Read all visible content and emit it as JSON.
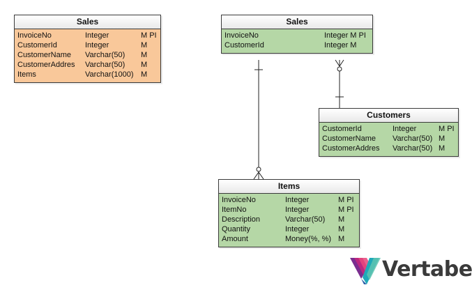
{
  "colors": {
    "orange": "#f9c89a",
    "green": "#b5d7a6",
    "border": "#3a3a3a"
  },
  "entities": {
    "sales_flat": {
      "title": "Sales",
      "rows": [
        [
          "InvoiceNo",
          "Integer",
          "M PI"
        ],
        [
          "CustomerId",
          "Integer",
          "M"
        ],
        [
          "CustomerName",
          "Varchar(50)",
          "M"
        ],
        [
          "CustomerAddres",
          "Varchar(50)",
          "M"
        ],
        [
          "Items",
          "Varchar(1000)",
          "M"
        ]
      ]
    },
    "sales": {
      "title": "Sales",
      "rows": [
        [
          "InvoiceNo",
          "Integer M PI",
          ""
        ],
        [
          "CustomerId",
          "Integer M",
          ""
        ]
      ]
    },
    "customers": {
      "title": "Customers",
      "rows": [
        [
          "CustomerId",
          "Integer",
          "M PI"
        ],
        [
          "CustomerName",
          "Varchar(50)",
          "M"
        ],
        [
          "CustomerAddres",
          "Varchar(50)",
          "M"
        ]
      ]
    },
    "items": {
      "title": "Items",
      "rows": [
        [
          "InvoiceNo",
          "Integer",
          "M PI"
        ],
        [
          "ItemNo",
          "Integer",
          "M PI"
        ],
        [
          "Description",
          "Varchar(50)",
          "M"
        ],
        [
          "Quantity",
          "Integer",
          "M"
        ],
        [
          "Amount",
          "Money(%, %)",
          "M"
        ]
      ]
    }
  },
  "logo": {
    "text": "Vertabelo",
    "icon": "vertabelo-logo-icon"
  }
}
